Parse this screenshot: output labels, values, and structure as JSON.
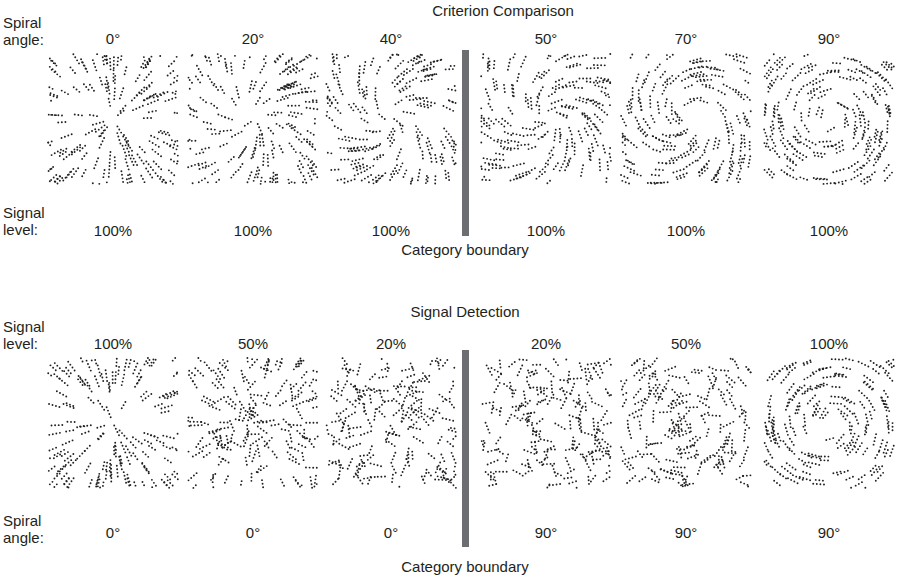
{
  "diagram": {
    "labels": [
      "Criterion Comparison",
      "Spiral angle:",
      "0°",
      "20°",
      "40°",
      "50°",
      "70°",
      "90°",
      "Signal level:",
      "100%",
      "100%",
      "100%",
      "100%",
      "100%",
      "100%",
      "Category boundary",
      "Signal Detection",
      "Signal level:",
      "100%",
      "50%",
      "20%",
      "20%",
      "50%",
      "100%",
      "Spiral angle:",
      "0°",
      "0°",
      "0°",
      "90°",
      "90°",
      "90°",
      "Category boundary"
    ]
  }
}
